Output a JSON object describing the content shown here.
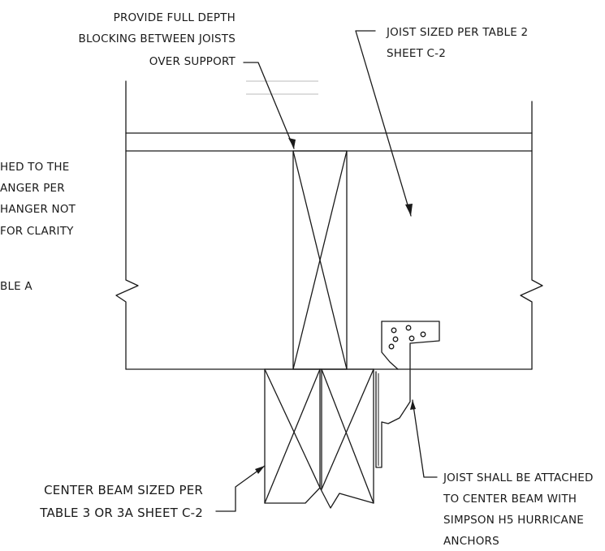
{
  "notes": {
    "blocking": [
      "PROVIDE FULL DEPTH",
      "BLOCKING BETWEEN JOISTS",
      "OVER SUPPORT"
    ],
    "joist": [
      "JOIST SIZED PER TABLE 2",
      "SHEET C-2"
    ],
    "hanger": [
      "HED TO THE",
      "ANGER PER",
      "HANGER NOT",
      "FOR CLARITY"
    ],
    "table_ref": [
      "BLE A"
    ],
    "center_beam": [
      "CENTER  BEAM SIZED PER",
      "TABLE 3 OR 3A SHEET C-2"
    ],
    "anchor": [
      "JOIST SHALL BE ATTACHED",
      "TO CENTER BEAM WITH",
      "SIMPSON H5 HURRICANE",
      "ANCHORS"
    ]
  }
}
